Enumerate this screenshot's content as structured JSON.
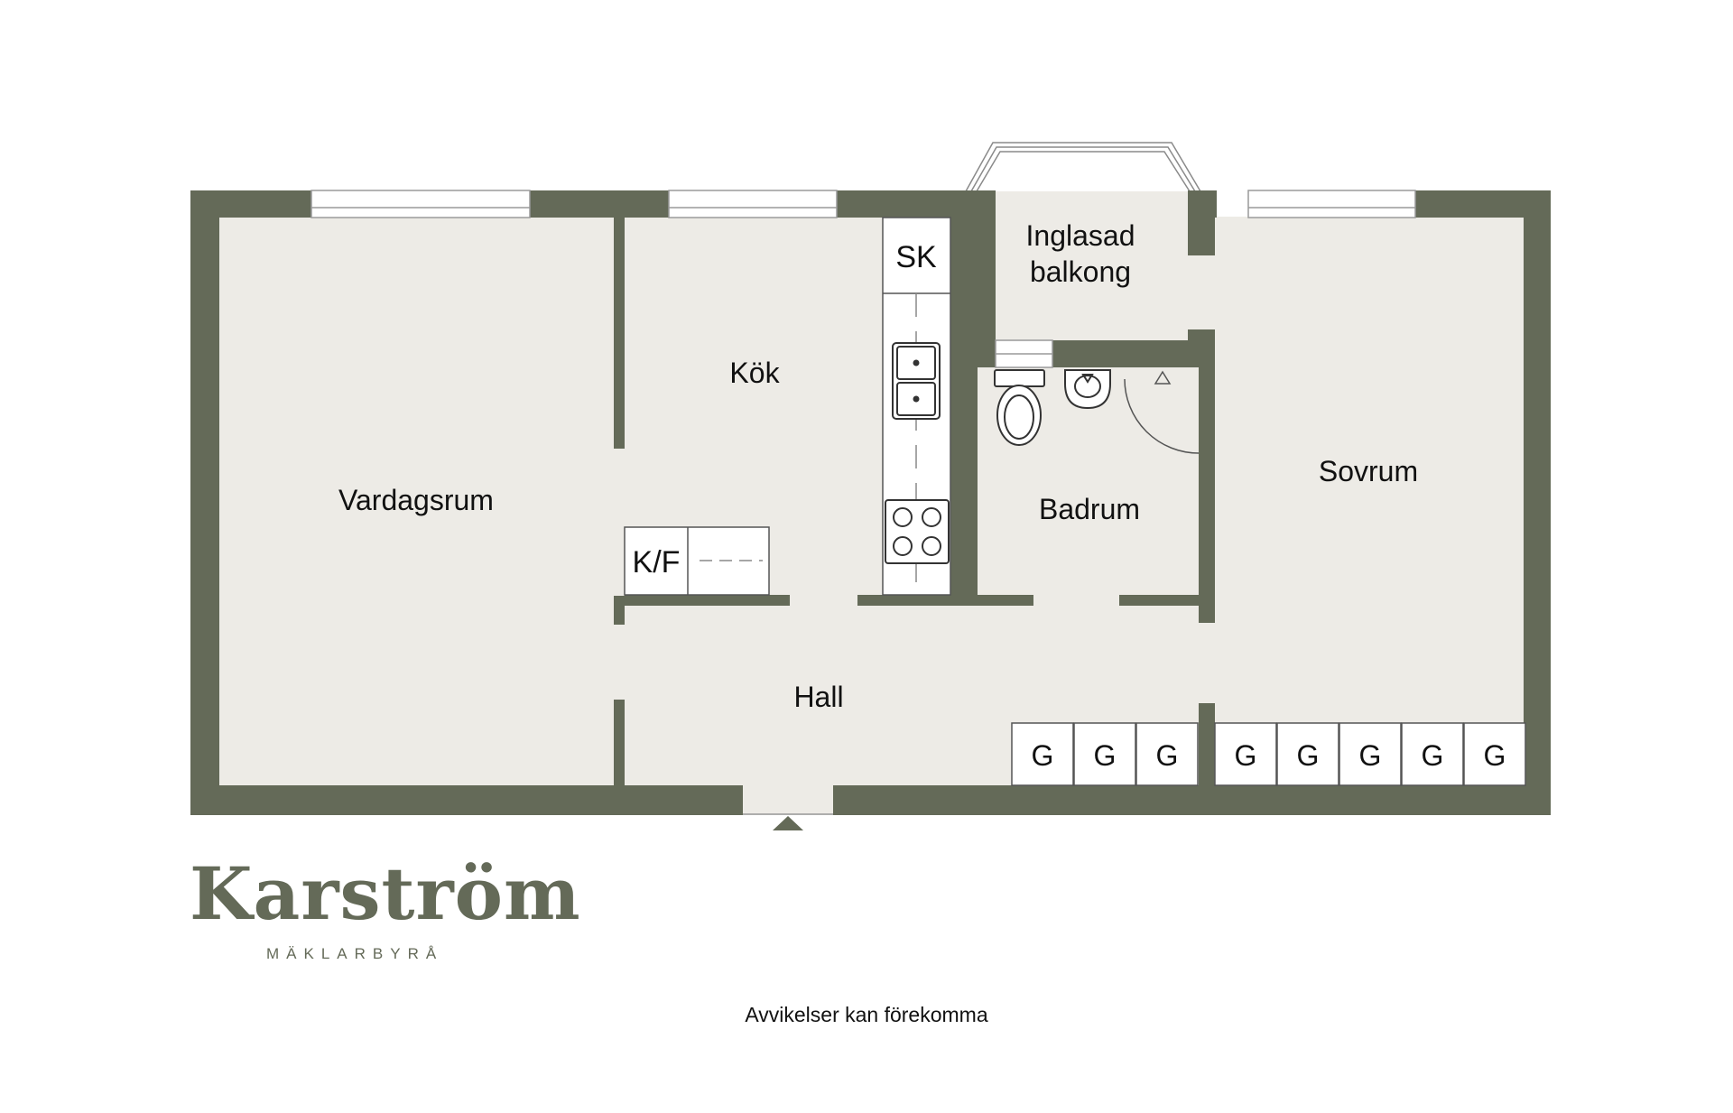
{
  "colors": {
    "wall": "#646a58",
    "floor": "#edebe6",
    "background": "#ffffff",
    "fixture": "#ffffff",
    "line": "#333333"
  },
  "rooms": {
    "vardagsrum": "Vardagsrum",
    "kok": "Kök",
    "hall": "Hall",
    "balcony_line1": "Inglasad",
    "balcony_line2": "balkong",
    "badrum": "Badrum",
    "sovrum": "Sovrum"
  },
  "fixtures": {
    "sk": "SK",
    "kf": "K/F",
    "wardrobe": "G",
    "wardrobe_count": 8
  },
  "brand": {
    "name": "Karström",
    "subtitle": "MÄKLARBYRÅ"
  },
  "disclaimer": "Avvikelser kan förekomma"
}
